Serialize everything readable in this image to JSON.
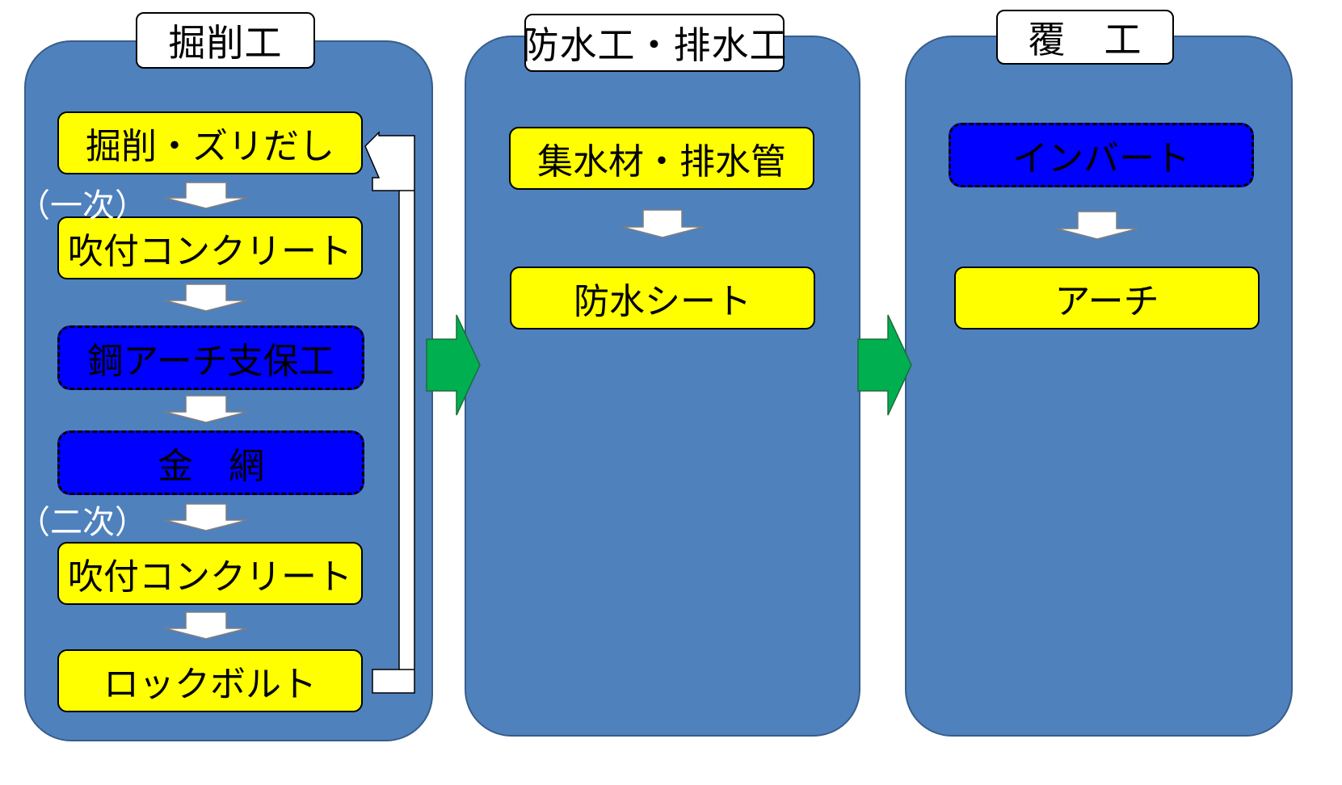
{
  "colors": {
    "panel_fill": "#4f81bd",
    "panel_border": "#385d8a",
    "step_fill": "#ffff00",
    "optional_step_fill": "#0000ff",
    "stage_arrow": "#00b050",
    "flow_arrow": "#ffffff"
  },
  "stages": [
    {
      "title": "掘削工",
      "steps": [
        {
          "label": "掘削・ズリだし",
          "style": "solid"
        },
        {
          "label": "吹付コンクリート",
          "style": "solid"
        },
        {
          "label": "鋼アーチ支保工",
          "style": "dashed"
        },
        {
          "label": "金　網",
          "style": "dashed"
        },
        {
          "label": "吹付コンクリート",
          "style": "solid"
        },
        {
          "label": "ロックボルト",
          "style": "solid"
        }
      ],
      "notes": [
        "（一次）",
        "（二次）"
      ]
    },
    {
      "title": "防水工・排水工",
      "steps": [
        {
          "label": "集水材・排水管",
          "style": "solid"
        },
        {
          "label": "防水シート",
          "style": "solid"
        }
      ]
    },
    {
      "title": "覆　工",
      "steps": [
        {
          "label": "インバート",
          "style": "dashed"
        },
        {
          "label": "アーチ",
          "style": "solid"
        }
      ]
    }
  ]
}
